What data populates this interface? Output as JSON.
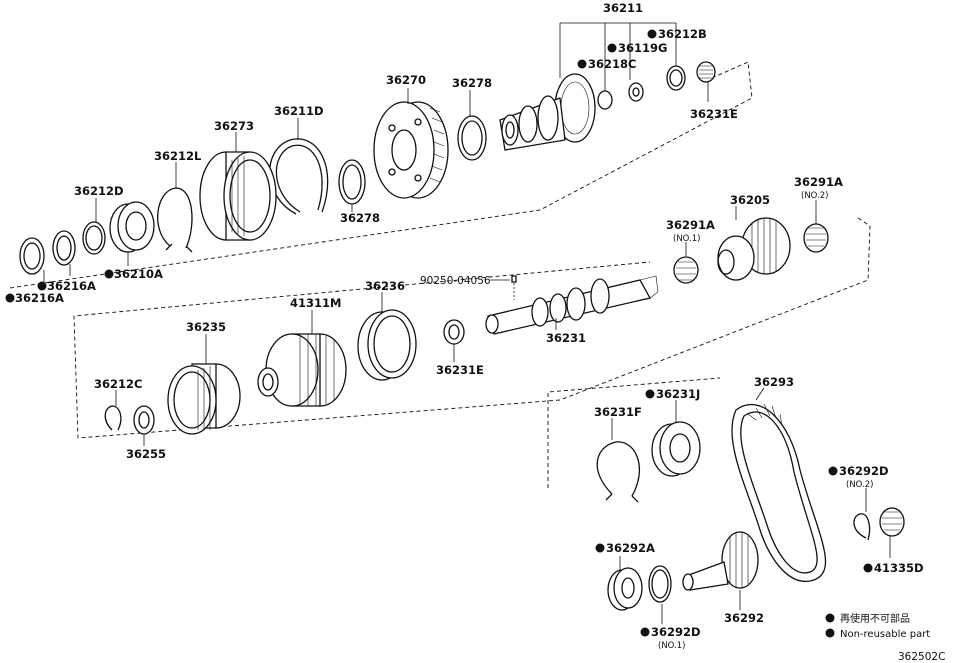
{
  "labels": {
    "l36211": "36211",
    "l36212B": "36212B",
    "l36119G": "36119G",
    "l36218C": "36218C",
    "l36231E_top": "36231E",
    "l36270": "36270",
    "l36278_a": "36278",
    "l36278_b": "36278",
    "l36211D": "36211D",
    "l36273": "36273",
    "l36212L": "36212L",
    "l36212D": "36212D",
    "l36210A": "36210A",
    "l36216A_a": "36216A",
    "l36216A_b": "36216A",
    "l36205": "36205",
    "l36291A_1": "36291A",
    "l36291A_1_sub": "(NO.1)",
    "l36291A_2": "36291A",
    "l36291A_2_sub": "(NO.2)",
    "l90250": "90250-04056",
    "l36236": "36236",
    "l41311M": "41311M",
    "l36235": "36235",
    "l36212C": "36212C",
    "l36255": "36255",
    "l36231E_mid": "36231E",
    "l36231": "36231",
    "l36293": "36293",
    "l36231J": "36231J",
    "l36231F": "36231F",
    "l36292D_2": "36292D",
    "l36292D_2_sub": "(NO.2)",
    "l41335D": "41335D",
    "l36292A": "36292A",
    "l36292": "36292",
    "l36292D_1": "36292D",
    "l36292D_1_sub": "(NO.1)"
  },
  "legend": {
    "jp": "再使用不可部品",
    "en": "Non-reusable part"
  },
  "diagram_code": "362502C"
}
